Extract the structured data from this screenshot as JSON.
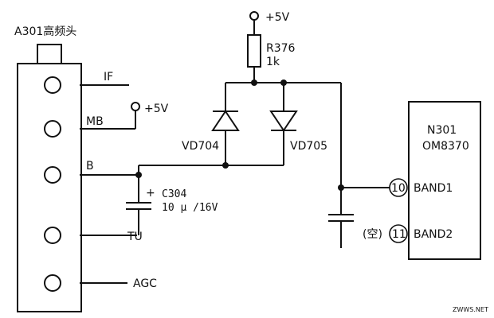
{
  "tuner": {
    "title": "A301高频头",
    "pins": [
      "IF",
      "MB",
      "B",
      "TU",
      "AGC"
    ]
  },
  "power": {
    "vcc_top": "+5V",
    "vcc_mb": "+5V"
  },
  "resistor": {
    "ref": "R376",
    "value": "1k"
  },
  "diodes": {
    "left": "VD704",
    "right": "VD705"
  },
  "capacitor": {
    "plus": "+",
    "ref": "C304",
    "value": "10 μ /16V"
  },
  "ic": {
    "ref": "N301",
    "part": "OM8370",
    "pin10_num": "10",
    "pin10_name": "BAND1",
    "pin11_num": "11",
    "pin11_name": "BAND2",
    "pin11_note": "(空)"
  },
  "watermark": "ZWWS.NET"
}
